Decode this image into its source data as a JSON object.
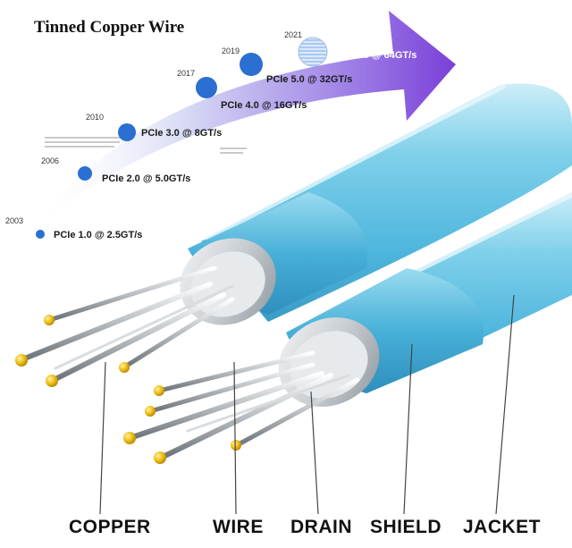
{
  "title": "Tinned Copper Wire",
  "timeline": [
    {
      "year": "2003",
      "label": "PCIe 1.0 @ 2.5GT/s"
    },
    {
      "year": "2006",
      "label": "PCIe 2.0 @ 5.0GT/s"
    },
    {
      "year": "2010",
      "label": "PCIe 3.0 @ 8GT/s"
    },
    {
      "year": "2017",
      "label": "PCIe 4.0 @ 16GT/s"
    },
    {
      "year": "2019",
      "label": "PCIe 5.0 @ 32GT/s"
    },
    {
      "year": "2021",
      "label": "PCIe 6.0 @ 64GT/s"
    }
  ],
  "parts": {
    "copper": "COPPER",
    "wire": "WIRE",
    "drain": "DRAIN",
    "shield": "SHIELD",
    "jacket": "JACKET"
  },
  "colors": {
    "dot": "#2a6fd1",
    "arrow_start": "#ffffff",
    "arrow_end": "#7a3fd8",
    "jacket": "#5ec3e3",
    "shield": "#45aed6",
    "copper_tip": "#f2c21b"
  }
}
